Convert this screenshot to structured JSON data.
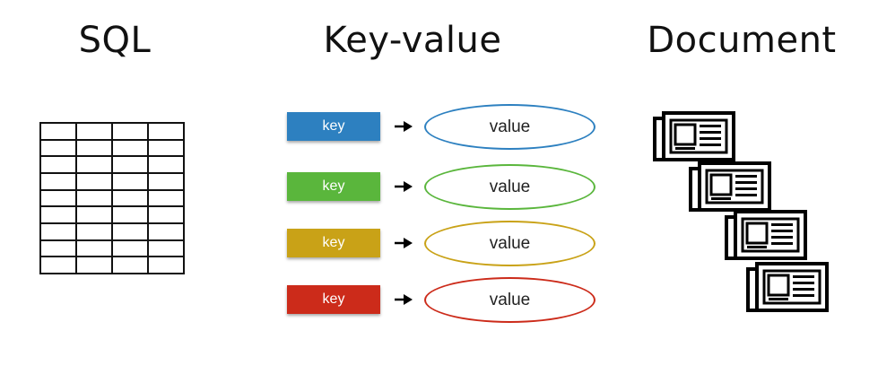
{
  "headings": {
    "sql": "SQL",
    "key_value": "Key-value",
    "document": "Document"
  },
  "sql_table": {
    "rows": 9,
    "cols": 4
  },
  "key_value_pairs": [
    {
      "key": "key",
      "value": "value",
      "color": "#2d80c0"
    },
    {
      "key": "key",
      "value": "value",
      "color": "#5ab63c"
    },
    {
      "key": "key",
      "value": "value",
      "color": "#c9a217"
    },
    {
      "key": "key",
      "value": "value",
      "color": "#cc2b1a"
    }
  ],
  "arrow_icon": "arrow-right-icon",
  "document_icon": "newspaper-icon",
  "document_count": 4
}
